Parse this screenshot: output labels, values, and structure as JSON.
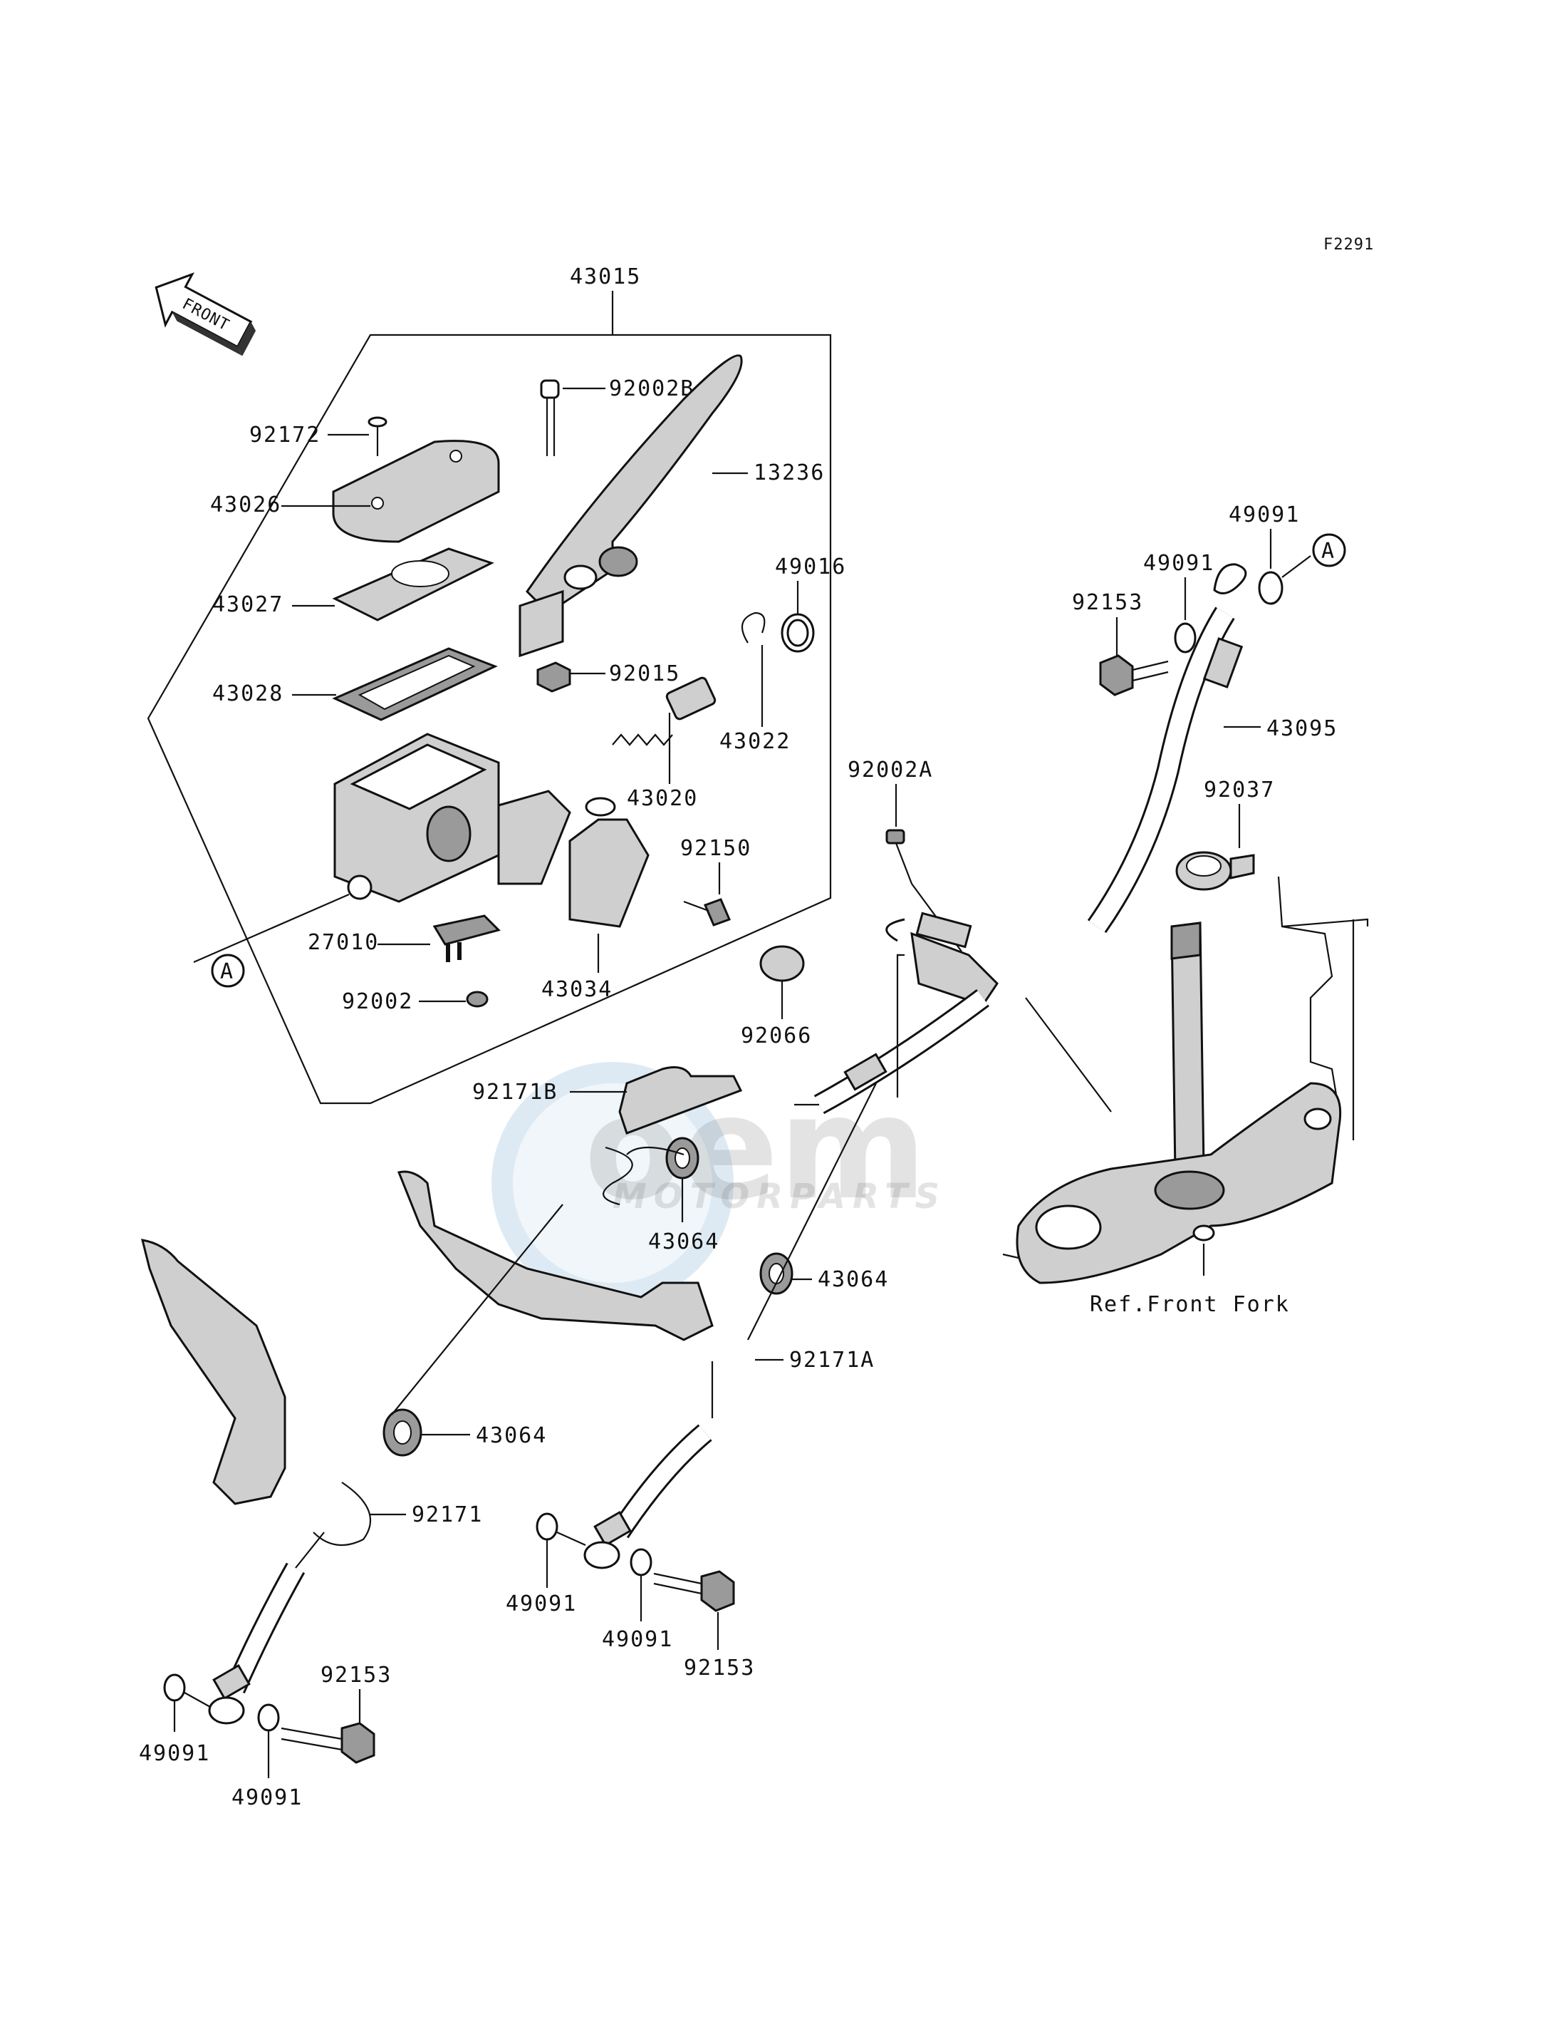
{
  "diagram_code": "F2291",
  "front_arrow_label": "FRONT",
  "callout_letter": "A",
  "watermark": {
    "logo": "oem",
    "sub": "MOTORPARTS"
  },
  "ref_label": "Ref.Front Fork",
  "parts": {
    "p43015": "43015",
    "p92002B": "92002B",
    "p92172": "92172",
    "p13236": "13236",
    "p43026": "43026",
    "p49016": "49016",
    "p43027": "43027",
    "p92015": "92015",
    "p43028": "43028",
    "p43022": "43022",
    "p43020": "43020",
    "p92150": "92150",
    "p27010": "27010",
    "p43034": "43034",
    "p92002": "92002",
    "p92066": "92066",
    "p92171B": "92171B",
    "p43064a": "43064",
    "p43064b": "43064",
    "p43064c": "43064",
    "p92171A": "92171A",
    "p92171": "92171",
    "p49091_tr1": "49091",
    "p49091_tr2": "49091",
    "p92153_tr": "92153",
    "p43095": "43095",
    "p92002A": "92002A",
    "p92037": "92037",
    "p49091_m1": "49091",
    "p49091_m2": "49091",
    "p92153_m": "92153",
    "p49091_l1": "49091",
    "p49091_l2": "49091",
    "p92153_l": "92153"
  }
}
